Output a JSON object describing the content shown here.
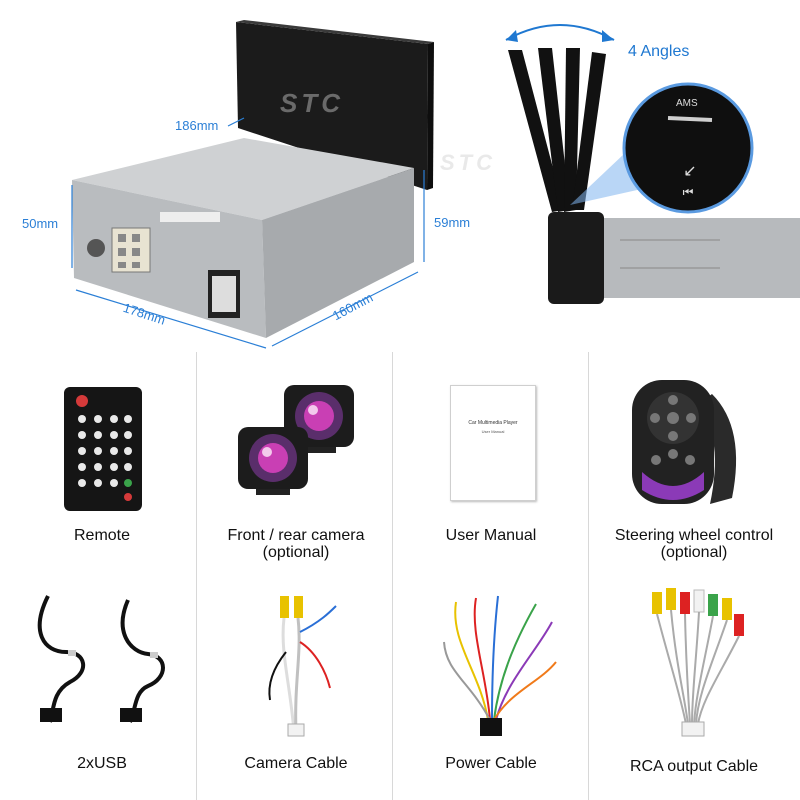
{
  "dimensions": {
    "height_left": "50mm",
    "screen_width": "186mm",
    "length": "178mm",
    "depth": "160mm",
    "height_right": "59mm"
  },
  "brand": "STC",
  "angles_label": "4 Angles",
  "control_labels": {
    "ams": "AMS"
  },
  "manual": {
    "title": "Car Multimedia Player",
    "subtitle": "User Manual"
  },
  "accessories": [
    {
      "label": "Remote",
      "sub": ""
    },
    {
      "label": "Front / rear camera",
      "sub": "(optional)"
    },
    {
      "label": "User Manual",
      "sub": ""
    },
    {
      "label": "Steering wheel control",
      "sub": "(optional)"
    },
    {
      "label": "2xUSB",
      "sub": ""
    },
    {
      "label": "Camera Cable",
      "sub": ""
    },
    {
      "label": "Power Cable",
      "sub": ""
    },
    {
      "label": "RCA output Cable",
      "sub": ""
    }
  ],
  "colors": {
    "dimension_blue": "#2b7fd6",
    "angles_blue": "#1f78d1"
  }
}
